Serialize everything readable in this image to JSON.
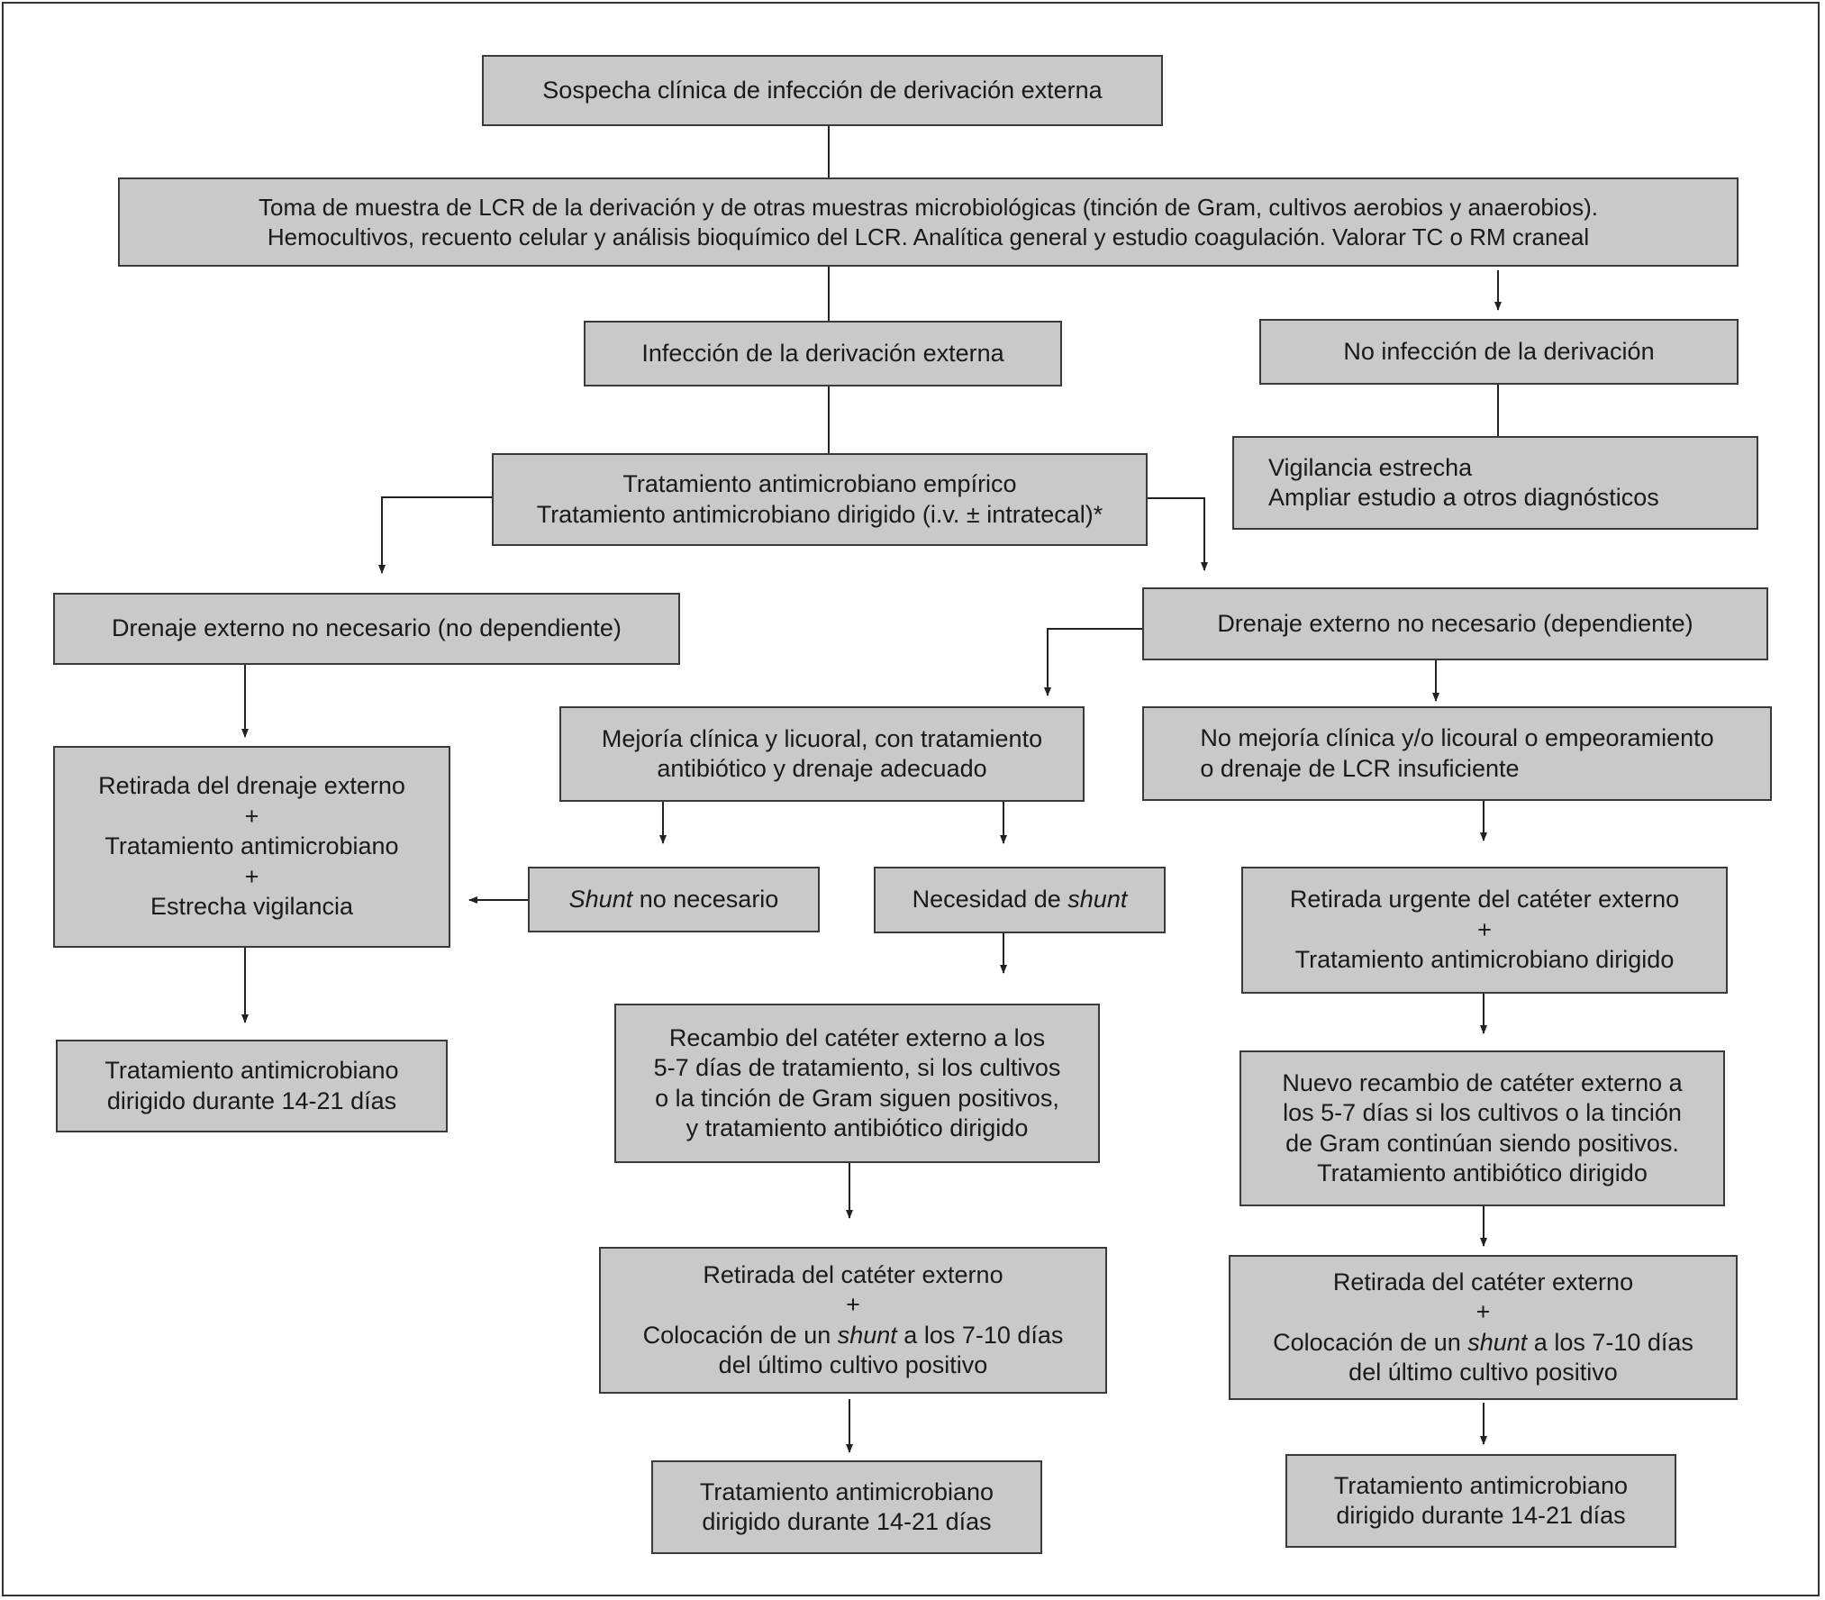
{
  "diagram": {
    "type": "flowchart",
    "line_color": "#222222",
    "box_fill": "#c9c9c9",
    "box_border": "#3a3a3a"
  },
  "nodes": {
    "n_suspicion": {
      "lines": [
        "Sospecha clínica de infección de derivación externa"
      ]
    },
    "n_sampling": {
      "lines": [
        "Toma de muestra de LCR de la derivación y de otras muestras microbiológicas (tinción de Gram, cultivos aerobios y anaerobios).",
        "Hemocultivos, recuento celular y análisis bioquímico del LCR. Analítica general y estudio coagulación. Valorar TC o RM craneal"
      ]
    },
    "n_infection": {
      "lines": [
        "Infección de la derivación externa"
      ]
    },
    "n_no_infection": {
      "lines": [
        "No infección de la derivación"
      ]
    },
    "n_surveillance": {
      "lines": [
        "Vigilancia estrecha",
        "Ampliar estudio a otros diagnósticos"
      ]
    },
    "n_antimicrobial": {
      "lines": [
        "Tratamiento antimicrobiano empírico",
        "Tratamiento antimicrobiano dirigido (i.v. ± intratecal)*"
      ]
    },
    "n_not_dependent": {
      "lines": [
        "Drenaje externo no necesario (no dependiente)"
      ]
    },
    "n_dependent": {
      "lines": [
        "Drenaje externo no necesario (dependiente)"
      ]
    },
    "n_removal_left": {
      "lines": [
        "Retirada del drenaje externo",
        "+",
        "Tratamiento antimicrobiano",
        "+",
        "Estrecha vigilancia"
      ]
    },
    "n_treatment_left": {
      "lines": [
        "Tratamiento antimicrobiano",
        "dirigido durante 14-21 días"
      ]
    },
    "n_improvement": {
      "lines": [
        "Mejoría clínica y licuoral, con tratamiento",
        "antibiótico y drenaje adecuado"
      ]
    },
    "n_no_improvement": {
      "lines": [
        "No mejoría clínica y/o licoural o empeoramiento",
        "o drenaje de LCR insuficiente"
      ]
    },
    "n_shunt_not_needed": {
      "italic": "Shunt",
      "rest": " no necesario"
    },
    "n_shunt_needed": {
      "prefix": "Necesidad de ",
      "italic": "shunt"
    },
    "n_urgent_removal": {
      "lines": [
        "Retirada urgente del catéter externo",
        "+",
        "Tratamiento antimicrobiano dirigido"
      ]
    },
    "n_exchange_mid": {
      "lines": [
        "Recambio del catéter externo a los",
        "5-7 días de tratamiento, si los cultivos",
        "o la tinción de Gram siguen positivos,",
        "y tratamiento antibiótico dirigido"
      ]
    },
    "n_exchange_right": {
      "lines": [
        "Nuevo recambio de catéter externo a",
        "los 5-7 días si los cultivos o la tinción",
        "de Gram continúan siendo positivos.",
        "Tratamiento antibiótico dirigido"
      ]
    },
    "n_shunt_place_mid": {
      "l1": "Retirada del catéter externo",
      "l2": "+",
      "l3_prefix": "Colocación de un ",
      "l3_italic": "shunt",
      "l3_suffix": " a los 7-10 días",
      "l4": "del último cultivo positivo"
    },
    "n_shunt_place_right": {
      "l1": "Retirada del catéter externo",
      "l2": "+",
      "l3_prefix": "Colocación de un ",
      "l3_italic": "shunt",
      "l3_suffix": " a los 7-10 días",
      "l4": "del último cultivo positivo"
    },
    "n_treatment_mid": {
      "lines": [
        "Tratamiento antimicrobiano",
        "dirigido durante 14-21 días"
      ]
    },
    "n_treatment_right": {
      "lines": [
        "Tratamiento antimicrobiano",
        "dirigido durante 14-21 días"
      ]
    }
  }
}
